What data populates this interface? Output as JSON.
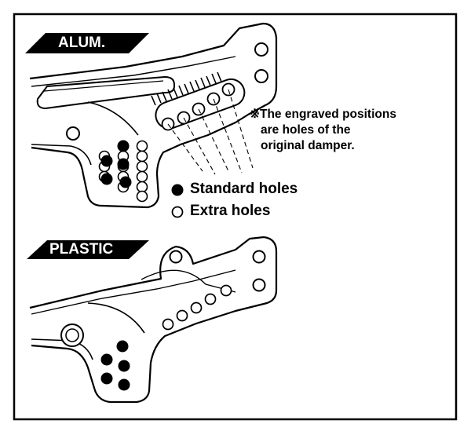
{
  "badges": {
    "alum": "ALUM.",
    "plastic": "PLASTIC"
  },
  "note": {
    "line1": "※The engraved positions",
    "line2": "are holes of the",
    "line3": "original damper."
  },
  "legend": {
    "standard": "Standard holes",
    "extra": "Extra holes"
  },
  "colors": {
    "ink": "#000000",
    "paper": "#ffffff"
  }
}
